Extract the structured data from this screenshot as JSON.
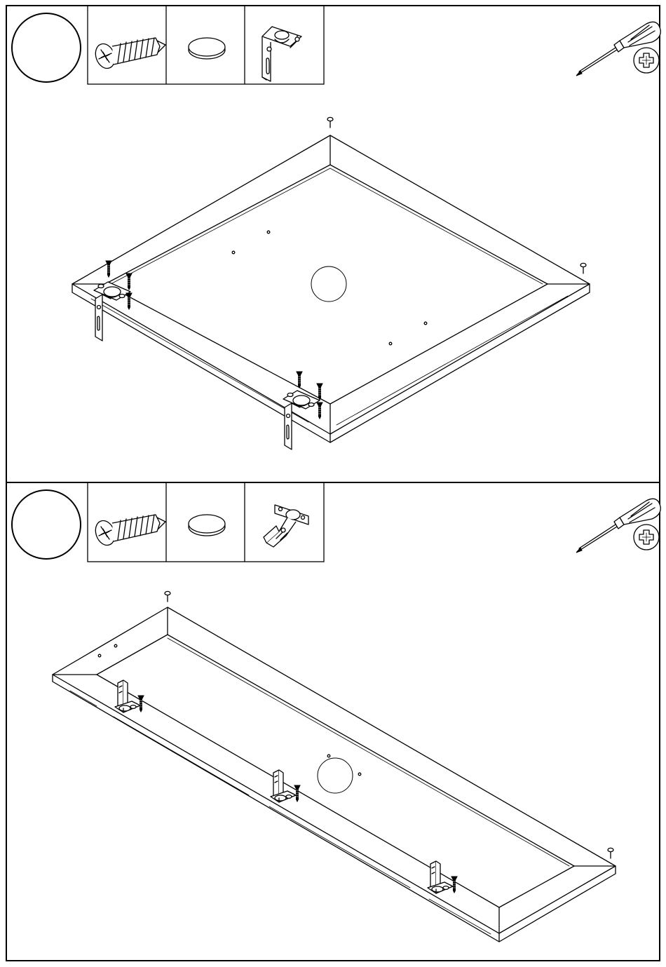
{
  "document": {
    "page": "assembly-instructions",
    "steps": [
      {
        "step_number": "",
        "parts": [
          "screw",
          "cap",
          "hinge-bracket"
        ],
        "tool": "phillips-screwdriver"
      },
      {
        "step_number": "",
        "parts": [
          "screw",
          "cap",
          "hinge-bracket-angled"
        ],
        "tool": "phillips-screwdriver"
      }
    ]
  },
  "colors": {
    "line": "#000000",
    "background": "#ffffff"
  }
}
